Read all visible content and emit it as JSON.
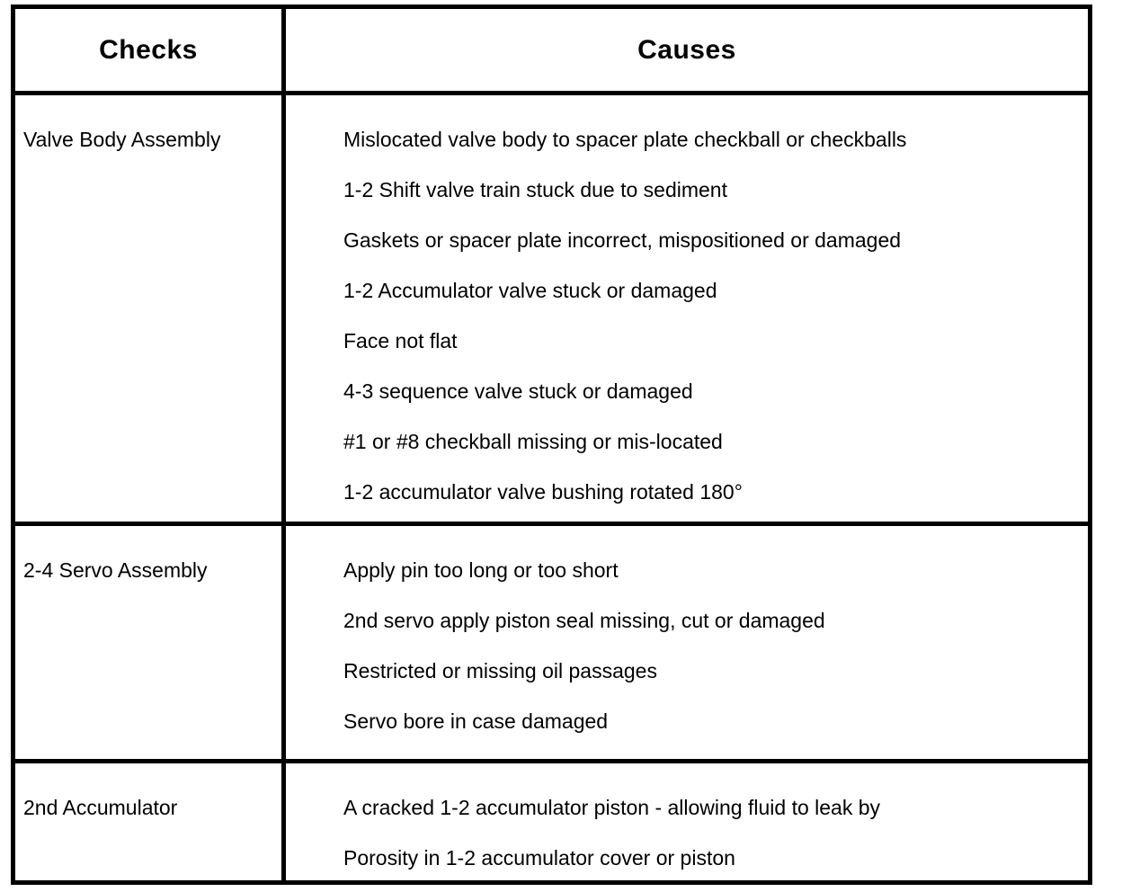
{
  "table": {
    "headers": {
      "checks": "Checks",
      "causes": "Causes"
    },
    "rows": [
      {
        "check": "Valve Body Assembly",
        "causes": [
          "Mislocated valve body to spacer plate checkball or checkballs",
          "1-2 Shift valve train stuck due to sediment",
          "Gaskets or spacer plate incorrect, mispositioned or damaged",
          "1-2 Accumulator valve stuck or damaged",
          "Face not flat",
          "4-3 sequence valve stuck or damaged",
          "#1 or #8 checkball missing or mis-located",
          "1-2 accumulator valve bushing rotated 180°"
        ]
      },
      {
        "check": "2-4 Servo Assembly",
        "causes": [
          "Apply pin too long or too short",
          "2nd servo apply piston seal missing, cut or damaged",
          "Restricted or missing oil passages",
          "Servo bore in case damaged"
        ]
      },
      {
        "check": "2nd Accumulator",
        "causes": [
          "A cracked 1-2 accumulator piston - allowing fluid to leak by",
          "Porosity in 1-2 accumulator cover or piston"
        ]
      }
    ],
    "colors": {
      "border": "#000000",
      "background": "#ffffff",
      "text": "#000000"
    }
  }
}
